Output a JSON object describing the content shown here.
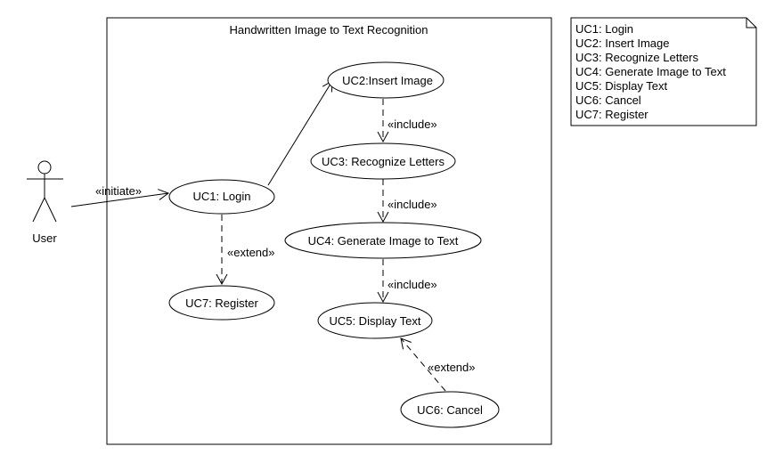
{
  "system": {
    "title": "Handwritten Image to Text Recognition"
  },
  "actor": {
    "name": "User"
  },
  "use_cases": {
    "uc1": "UC1: Login",
    "uc2": "UC2:Insert Image",
    "uc3": "UC3: Recognize Letters",
    "uc4": "UC4: Generate Image to Text",
    "uc5": "UC5: Display Text",
    "uc6": "UC6: Cancel",
    "uc7": "UC7: Register"
  },
  "relations": {
    "initiate": "«initiate»",
    "include_2_3": "«include»",
    "include_3_4": "«include»",
    "include_4_5": "«include»",
    "extend_1_7": "«extend»",
    "extend_6_5": "«extend»"
  },
  "legend": {
    "items": [
      "UC1: Login",
      "UC2: Insert Image",
      "UC3: Recognize Letters",
      "UC4: Generate Image to Text",
      "UC5: Display Text",
      "UC6: Cancel",
      "UC7: Register"
    ]
  }
}
